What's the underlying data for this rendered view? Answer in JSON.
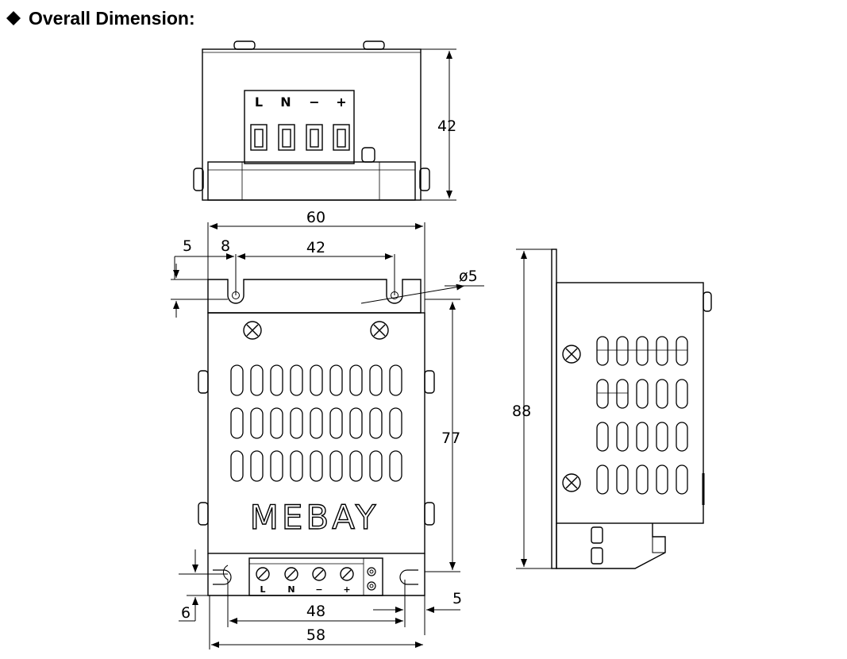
{
  "heading": {
    "bullet_icon": "diamond-icon",
    "title": "Overall Dimension:"
  },
  "top_view": {
    "terminal_labels": [
      "L",
      "N",
      "−",
      "+"
    ],
    "height_dim": "42"
  },
  "front_view": {
    "brand": "MEBAY",
    "dims": {
      "overall_width": "60",
      "left_offset": "5",
      "slot_offset": "8",
      "slot_spacing": "42",
      "hole_diameter": "ø5",
      "body_height": "77",
      "bottom_offset": "6",
      "bottom_spacing": "48",
      "right_offset": "5",
      "base_width": "58"
    },
    "terminal_labels": [
      "L",
      "N",
      "−",
      "+"
    ]
  },
  "side_view": {
    "height_dim": "88"
  },
  "colors": {
    "line": "#000000",
    "background": "#ffffff"
  }
}
